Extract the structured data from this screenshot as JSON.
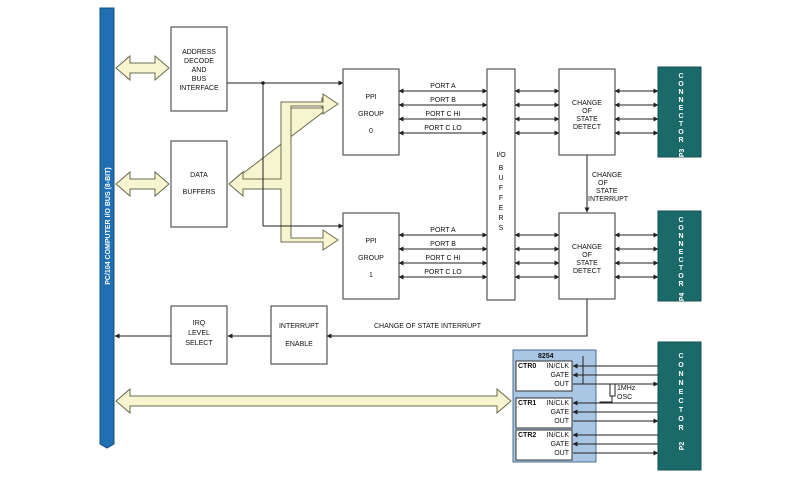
{
  "bus": {
    "label": "PC/104 COMPUTER I/O BUS (8-BIT)"
  },
  "address_block": {
    "lines": [
      "ADDRESS",
      "DECODE",
      "AND",
      "BUS",
      "INTERFACE"
    ]
  },
  "data_buffers": {
    "lines": [
      "DATA",
      "BUFFERS"
    ]
  },
  "ppi0": {
    "lines": [
      "PPI",
      "GROUP",
      "0"
    ]
  },
  "ppi1": {
    "lines": [
      "PPI",
      "GROUP",
      "1"
    ]
  },
  "ports": [
    "PORT A",
    "PORT B",
    "PORT C HI",
    "PORT C LO"
  ],
  "io_buffers": {
    "letters": [
      "I/O",
      "B",
      "U",
      "F",
      "F",
      "E",
      "R",
      "S"
    ]
  },
  "cos_detect": {
    "lines": [
      "CHANGE",
      "OF",
      "STATE",
      "DETECT"
    ]
  },
  "cos_interrupt_vertical": {
    "lines": [
      "CHANGE",
      "OF",
      "STATE",
      "INTERRUPT"
    ]
  },
  "cos_interrupt_horizontal": "CHANGE OF STATE INTERRUPT",
  "interrupt_enable": {
    "lines": [
      "INTERRUPT",
      "ENABLE"
    ]
  },
  "irq_select": {
    "lines": [
      "IRQ",
      "LEVEL",
      "SELECT"
    ]
  },
  "counter": {
    "chip": "8254",
    "ctrs": [
      {
        "name": "CTR0",
        "pins": [
          "IN/CLK",
          "GATE",
          "OUT"
        ]
      },
      {
        "name": "CTR1",
        "pins": [
          "IN/CLK",
          "GATE",
          "OUT"
        ]
      },
      {
        "name": "CTR2",
        "pins": [
          "IN/CLK",
          "GATE",
          "OUT"
        ]
      }
    ],
    "osc": [
      "1MHz",
      "OSC"
    ]
  },
  "connectors": [
    {
      "letters": [
        "C",
        "O",
        "N",
        "N",
        "E",
        "C",
        "T",
        "O",
        "R"
      ],
      "pin": "P3"
    },
    {
      "letters": [
        "C",
        "O",
        "N",
        "N",
        "E",
        "C",
        "T",
        "O",
        "R"
      ],
      "pin": "P4"
    },
    {
      "letters": [
        "C",
        "O",
        "N",
        "N",
        "E",
        "C",
        "T",
        "O",
        "R"
      ],
      "pin": "P2"
    }
  ],
  "colors": {
    "bus": "#1f6fb2",
    "connector": "#1b6a6a",
    "wide_arrow": "#f7f4d0",
    "counter_chip": "#a9c6e4"
  }
}
